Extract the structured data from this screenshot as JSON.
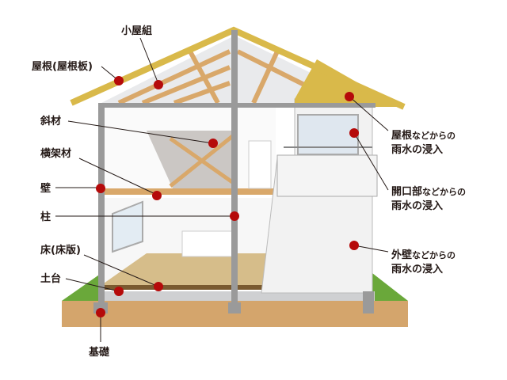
{
  "labels": {
    "koyagumi": "小屋組",
    "roof": "屋根(屋根板)",
    "diagonal": "斜材",
    "beam": "横架材",
    "wall": "壁",
    "pillar": "柱",
    "floor": "床(床版)",
    "sill": "土台",
    "foundation": "基礎"
  },
  "leaks": [
    {
      "main": "屋根",
      "suffix": "などからの",
      "line2": "雨水の浸入"
    },
    {
      "main": "開口部",
      "suffix": "などからの",
      "line2": "雨水の浸入"
    },
    {
      "main": "外壁",
      "suffix": "などからの",
      "line2": "雨水の浸入"
    }
  ],
  "colors": {
    "marker": "#b50a0a",
    "roof": "#d9b94a",
    "timber": "#d9a86a",
    "frame": "#9a9a9a",
    "ground": "#d4a56c",
    "grass": "#6aa83a"
  }
}
